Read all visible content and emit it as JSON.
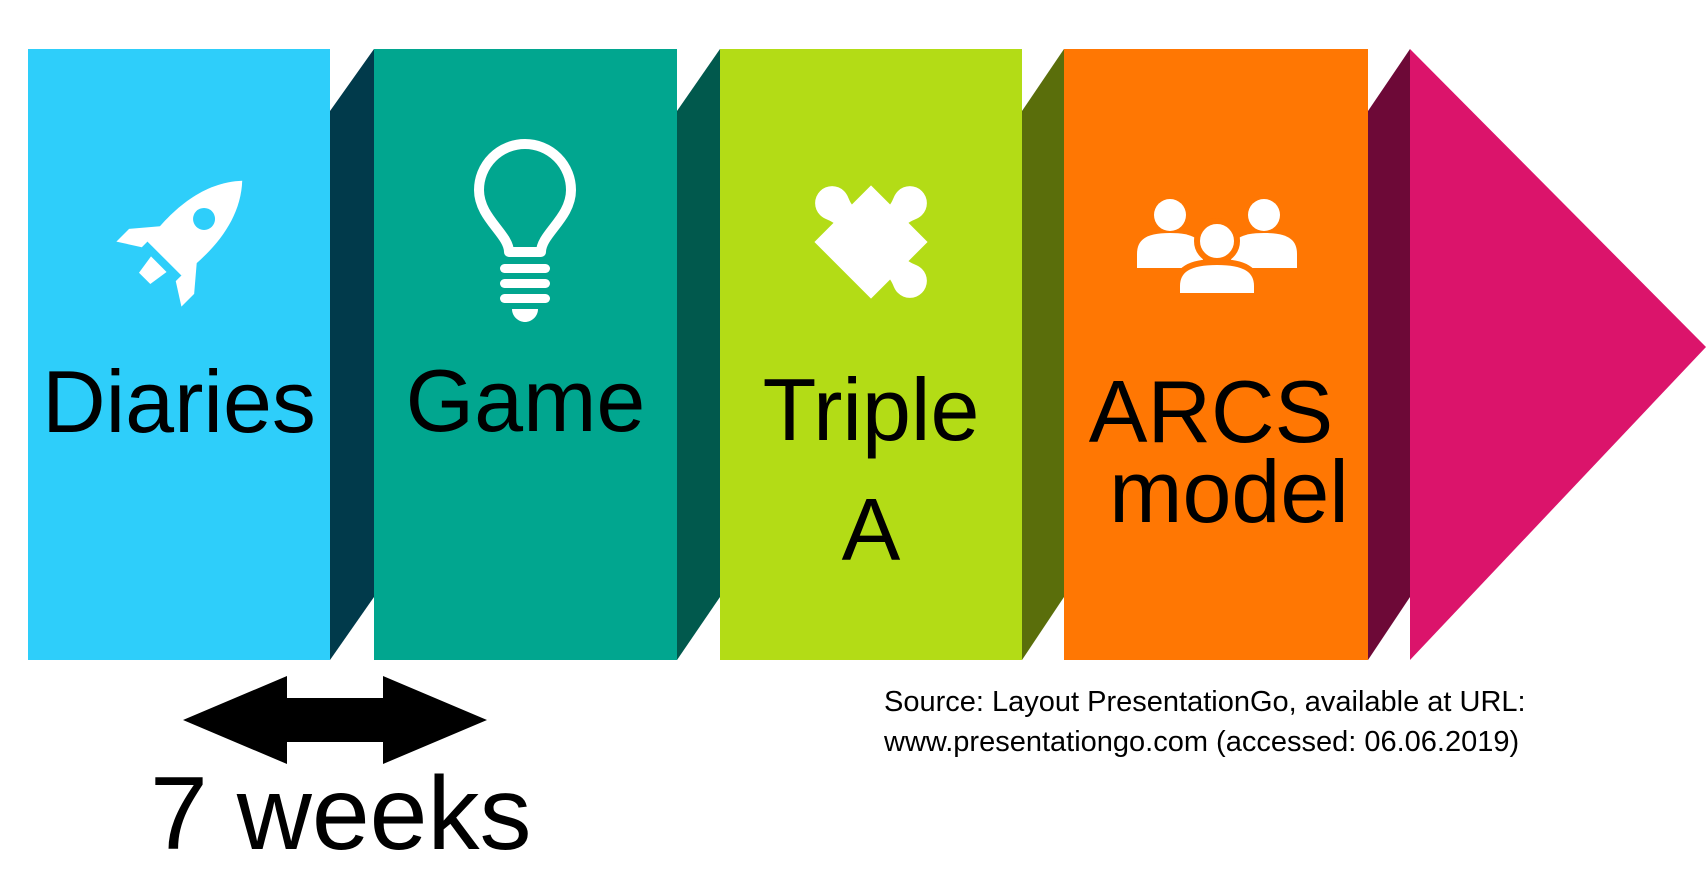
{
  "stages": [
    {
      "label": "Diaries",
      "icon": "rocket-icon",
      "color": "#2ECEFA",
      "connector_color": "#013A4B"
    },
    {
      "label": "Game",
      "icon": "lightbulb-icon",
      "color": "#01A68F",
      "connector_color": "#01594D"
    },
    {
      "label_lines": [
        "Triple",
        "A"
      ],
      "icon": "puzzle-piece-icon",
      "color": "#B3DC16",
      "connector_color": "#5A6E0B"
    },
    {
      "label_lines": [
        "ARCS",
        "model"
      ],
      "icon": "people-group-icon",
      "color": "#FF7703",
      "connector_color": "#6D0937"
    }
  ],
  "arrow_head": {
    "color": "#DB146B"
  },
  "duration": {
    "label": "7 weeks",
    "icon": "double-headed-arrow-icon",
    "color": "#000000"
  },
  "source": {
    "line1": "Source: Layout PresentationGo, available at URL:",
    "line2": "www.presentationgo.com (accessed: 06.06.2019)"
  }
}
